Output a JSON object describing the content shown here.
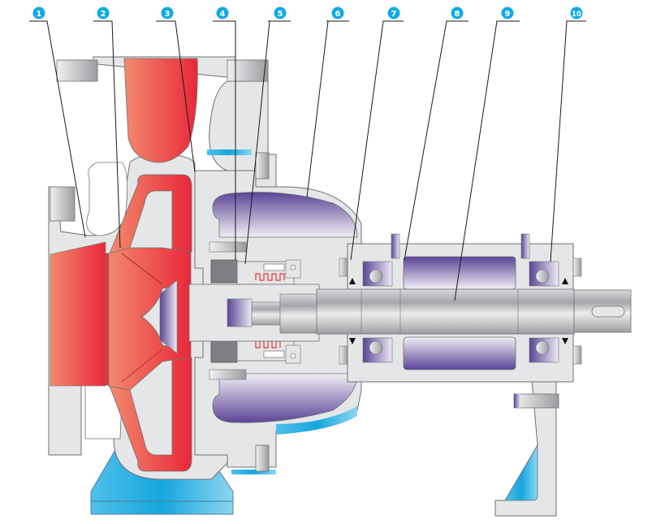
{
  "diagram": {
    "type": "pump-cutaway",
    "colors": {
      "casing": "#e4e6e7",
      "outline": "#6e7072",
      "fluid_red": "#e8323a",
      "fluid_red_light": "#f2846a",
      "bearing_purple": "#5b4a9a",
      "bearing_purple_light": "#eeeaf3",
      "base_blue": "#1aa9e0",
      "base_blue_light": "#7fd0ee",
      "shaft_steel": "#a8aaad",
      "badge": "#12a8e6"
    },
    "callouts": [
      {
        "number": "1"
      },
      {
        "number": "2"
      },
      {
        "number": "3"
      },
      {
        "number": "4"
      },
      {
        "number": "5"
      },
      {
        "number": "6"
      },
      {
        "number": "7"
      },
      {
        "number": "8"
      },
      {
        "number": "9"
      },
      {
        "number": "10"
      }
    ]
  }
}
